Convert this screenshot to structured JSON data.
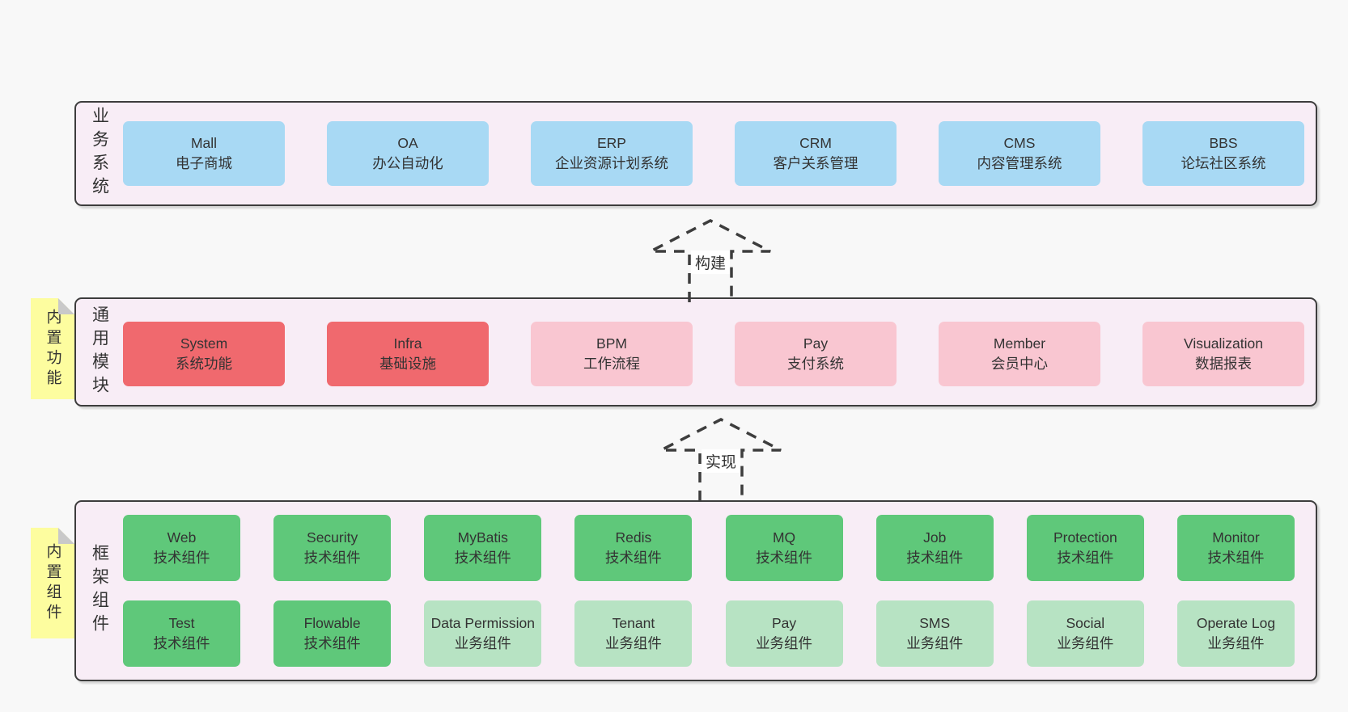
{
  "diagram": {
    "colors": {
      "page_bg": "#f8f8f8",
      "layer_bg": "#f8edf6",
      "stroke": "#3d3d3d",
      "blue": "#a8d9f4",
      "red": "#f0696e",
      "pink": "#f9c6d1",
      "green": "#5fc87a",
      "green_light": "#b7e3c3",
      "note_yellow": "#fdfd9f",
      "note_fold": "#c9c9c9",
      "text": "#333333"
    },
    "layers": [
      {
        "id": "business-systems",
        "label": "业务系统",
        "boxes": [
          {
            "name": "Mall",
            "desc": "电子商城",
            "color": "blue"
          },
          {
            "name": "OA",
            "desc": "办公自动化",
            "color": "blue"
          },
          {
            "name": "ERP",
            "desc": "企业资源计划系统",
            "color": "blue"
          },
          {
            "name": "CRM",
            "desc": "客户关系管理",
            "color": "blue"
          },
          {
            "name": "CMS",
            "desc": "内容管理系统",
            "color": "blue"
          },
          {
            "name": "BBS",
            "desc": "论坛社区系统",
            "color": "blue"
          }
        ]
      },
      {
        "id": "common-modules",
        "label": "通用模块",
        "note": "内置功能",
        "boxes": [
          {
            "name": "System",
            "desc": "系统功能",
            "color": "red"
          },
          {
            "name": "Infra",
            "desc": "基础设施",
            "color": "red"
          },
          {
            "name": "BPM",
            "desc": "工作流程",
            "color": "pink"
          },
          {
            "name": "Pay",
            "desc": "支付系统",
            "color": "pink"
          },
          {
            "name": "Member",
            "desc": "会员中心",
            "color": "pink"
          },
          {
            "name": "Visualization",
            "desc": "数据报表",
            "color": "pink"
          }
        ]
      },
      {
        "id": "framework-components",
        "label": "框架组件",
        "note": "内置组件",
        "rows": [
          [
            {
              "name": "Web",
              "desc": "技术组件",
              "color": "green"
            },
            {
              "name": "Security",
              "desc": "技术组件",
              "color": "green"
            },
            {
              "name": "MyBatis",
              "desc": "技术组件",
              "color": "green"
            },
            {
              "name": "Redis",
              "desc": "技术组件",
              "color": "green"
            },
            {
              "name": "MQ",
              "desc": "技术组件",
              "color": "green"
            },
            {
              "name": "Job",
              "desc": "技术组件",
              "color": "green"
            },
            {
              "name": "Protection",
              "desc": "技术组件",
              "color": "green"
            },
            {
              "name": "Monitor",
              "desc": "技术组件",
              "color": "green"
            }
          ],
          [
            {
              "name": "Test",
              "desc": "技术组件",
              "color": "green"
            },
            {
              "name": "Flowable",
              "desc": "技术组件",
              "color": "green"
            },
            {
              "name": "Data Permission",
              "desc": "业务组件",
              "color": "green-light"
            },
            {
              "name": "Tenant",
              "desc": "业务组件",
              "color": "green-light"
            },
            {
              "name": "Pay",
              "desc": "业务组件",
              "color": "green-light"
            },
            {
              "name": "SMS",
              "desc": "业务组件",
              "color": "green-light"
            },
            {
              "name": "Social",
              "desc": "业务组件",
              "color": "green-light"
            },
            {
              "name": "Operate Log",
              "desc": "业务组件",
              "color": "green-light"
            }
          ]
        ]
      }
    ],
    "arrows": [
      {
        "id": "build",
        "label": "构建"
      },
      {
        "id": "implement",
        "label": "实现"
      }
    ]
  }
}
